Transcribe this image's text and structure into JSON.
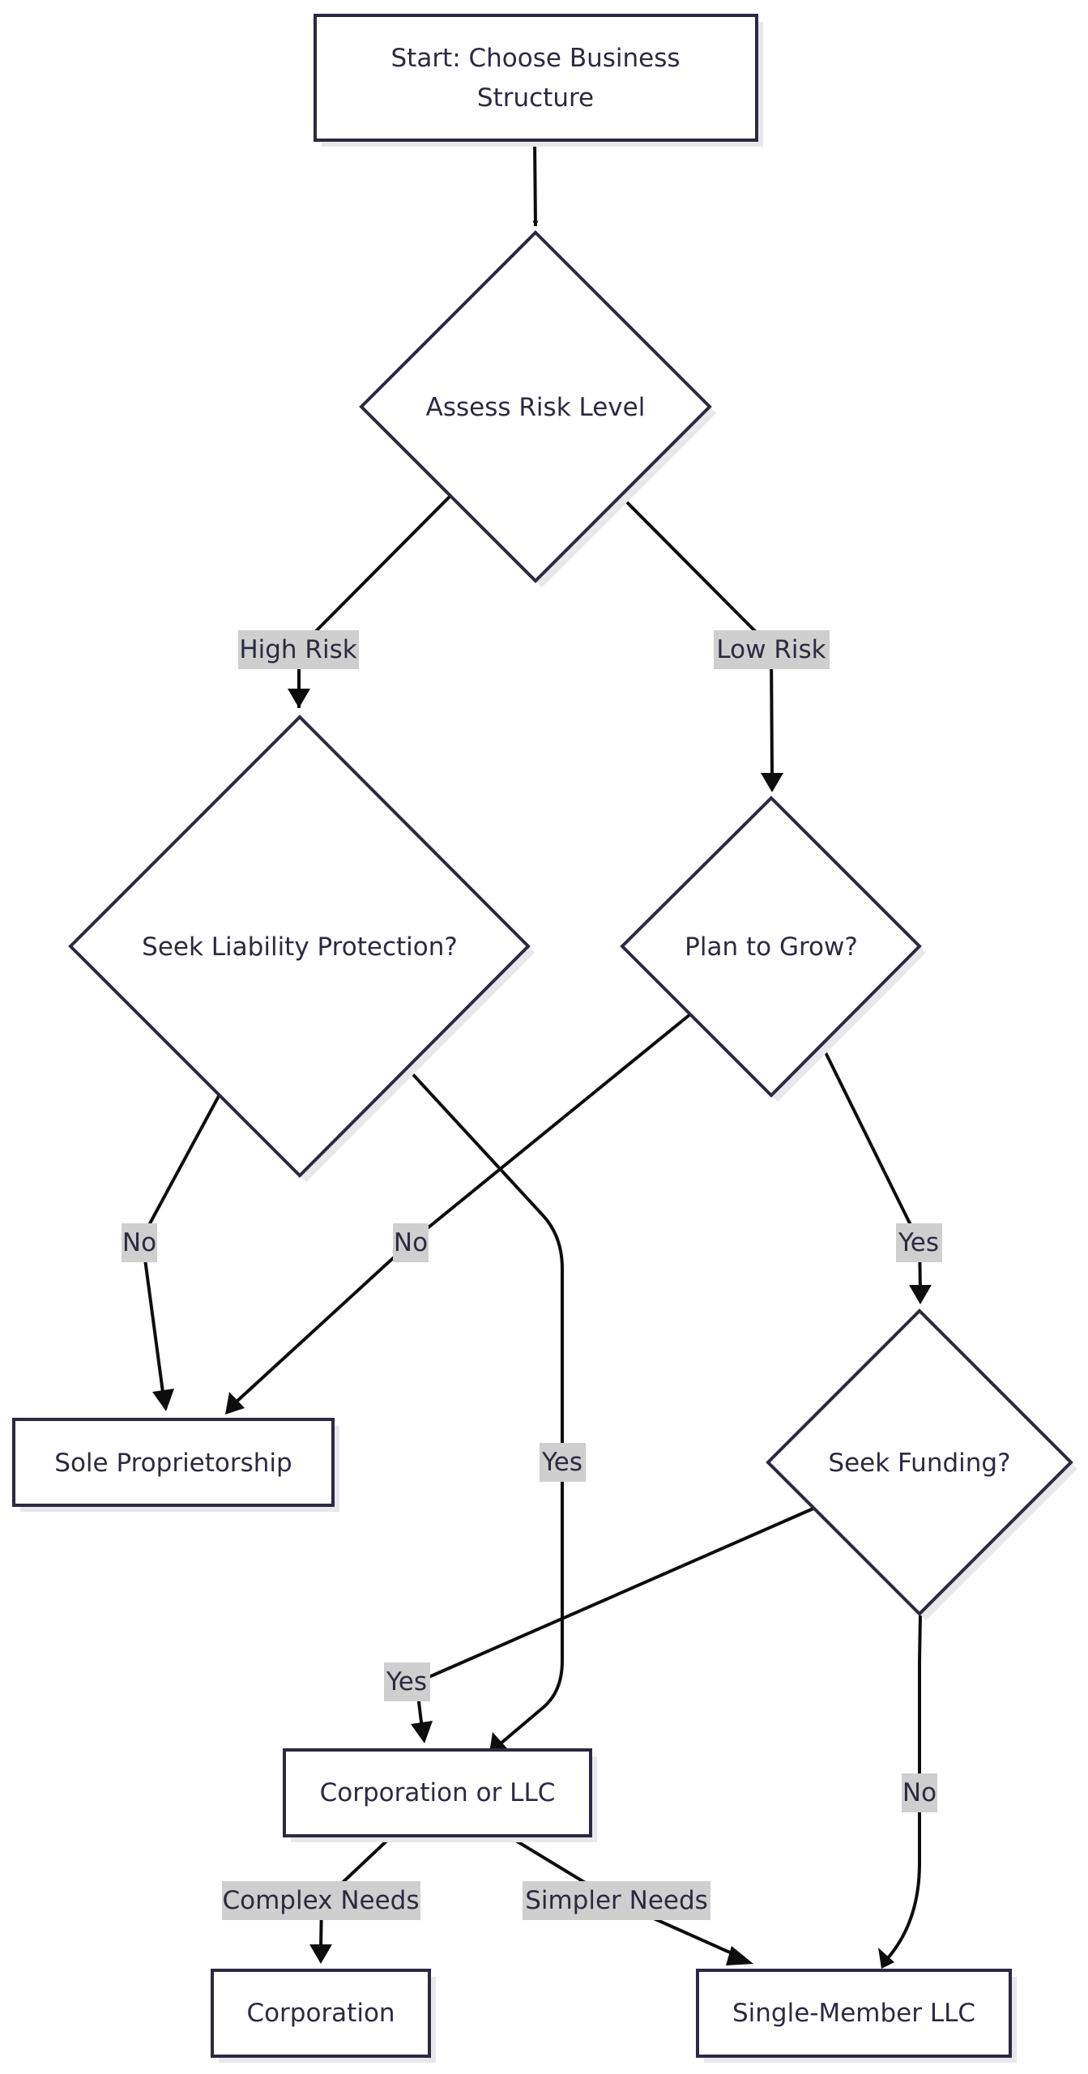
{
  "nodes": {
    "start": [
      "Start: Choose Business",
      "Structure"
    ],
    "assess_risk": "Assess Risk Level",
    "liability": "Seek Liability Protection?",
    "plan_grow": "Plan to Grow?",
    "sole_prop": "Sole Proprietorship",
    "seek_funding": "Seek Funding?",
    "corp_or_llc": "Corporation or LLC",
    "corporation": "Corporation",
    "single_llc": "Single-Member LLC"
  },
  "edge_labels": {
    "high_risk": "High Risk",
    "low_risk": "Low Risk",
    "liability_no": "No",
    "grow_no": "No",
    "grow_yes": "Yes",
    "liability_yes": "Yes",
    "funding_yes": "Yes",
    "funding_no": "No",
    "complex_needs": "Complex Needs",
    "simpler_needs": "Simpler Needs"
  }
}
